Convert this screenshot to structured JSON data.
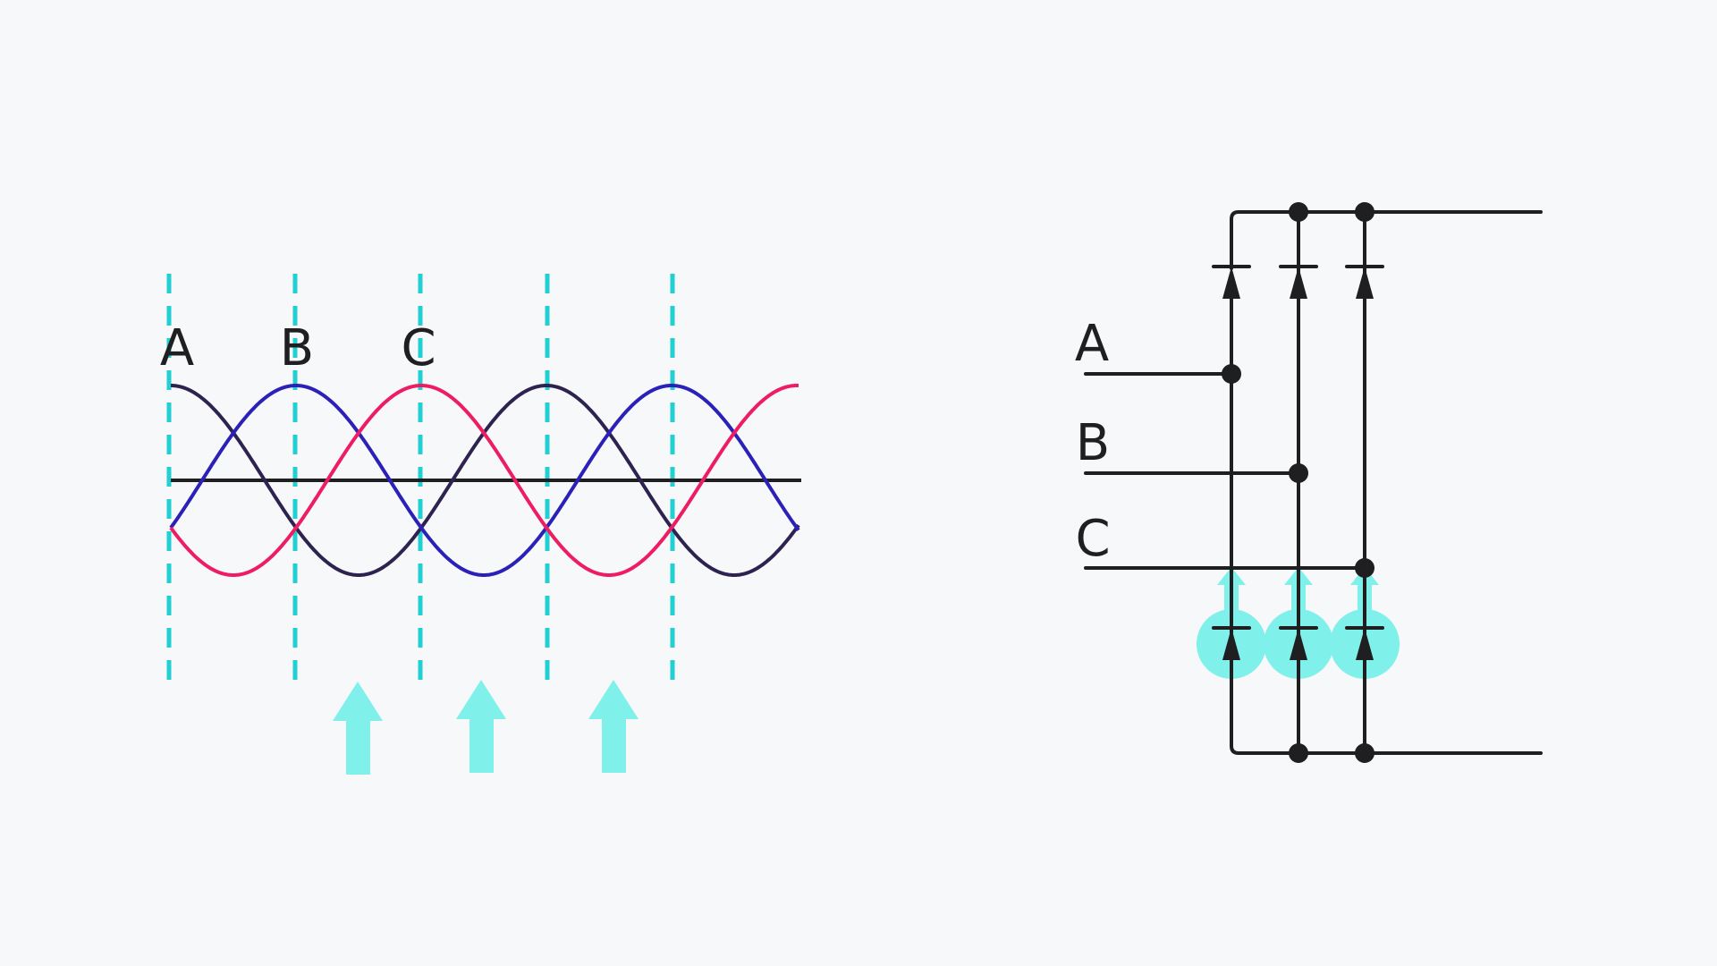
{
  "waveform": {
    "phase_labels": [
      "A",
      "B",
      "C"
    ],
    "colors": {
      "phase_a": "#2e2350",
      "phase_b": "#2b21b8",
      "phase_c": "#ee1d63",
      "axis": "#1f1f22",
      "marker": "#22d0d4",
      "arrow": "#7ff0ea"
    }
  },
  "circuit": {
    "input_labels": [
      "A",
      "B",
      "C"
    ],
    "colors": {
      "wire": "#1f1f22",
      "highlight": "#7ff0ea"
    }
  }
}
